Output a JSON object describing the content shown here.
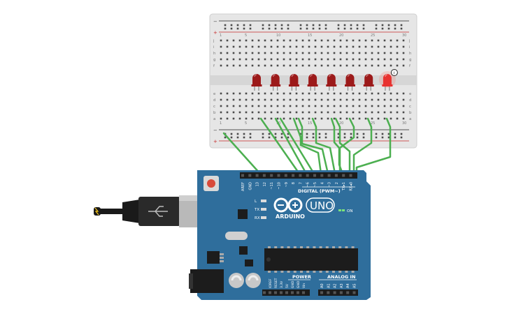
{
  "breadboard": {
    "rail_labels": {
      "minus": "−",
      "plus": "+"
    },
    "row_letters_top": [
      "j",
      "i",
      "h",
      "g",
      "f"
    ],
    "row_letters_bottom": [
      "e",
      "d",
      "c",
      "b",
      "a"
    ],
    "column_numbers": [
      "1",
      "5",
      "10",
      "15",
      "20",
      "25",
      "30"
    ]
  },
  "leds": {
    "count": 8,
    "states": [
      "off",
      "off",
      "off",
      "off",
      "off",
      "off",
      "off",
      "on"
    ],
    "off_color": "#9c1a1a",
    "on_color": "#e8312f",
    "info_badge": "i"
  },
  "wire_color": "#4caf50",
  "arduino": {
    "board_color": "#2f6e9c",
    "brand": "ARDUINO",
    "model": "UNO",
    "digital_label": "DIGITAL (PWM~)",
    "power_label": "POWER",
    "analog_label": "ANALOG IN",
    "on_label": "ON",
    "led_labels": [
      "L",
      "TX",
      "RX"
    ],
    "digital_pins": [
      "AREF",
      "GND",
      "13",
      "12",
      "~11",
      "~10",
      "~9",
      "8",
      "7",
      "~6",
      "~5",
      "4",
      "~3",
      "2",
      "TX▸1",
      "RX◂0"
    ],
    "power_pins": [
      "IOREF",
      "RESET",
      "3.3V",
      "5V",
      "GND",
      "GND",
      "Vin"
    ],
    "analog_pins": [
      "A0",
      "A1",
      "A2",
      "A3",
      "A4",
      "A5"
    ]
  }
}
